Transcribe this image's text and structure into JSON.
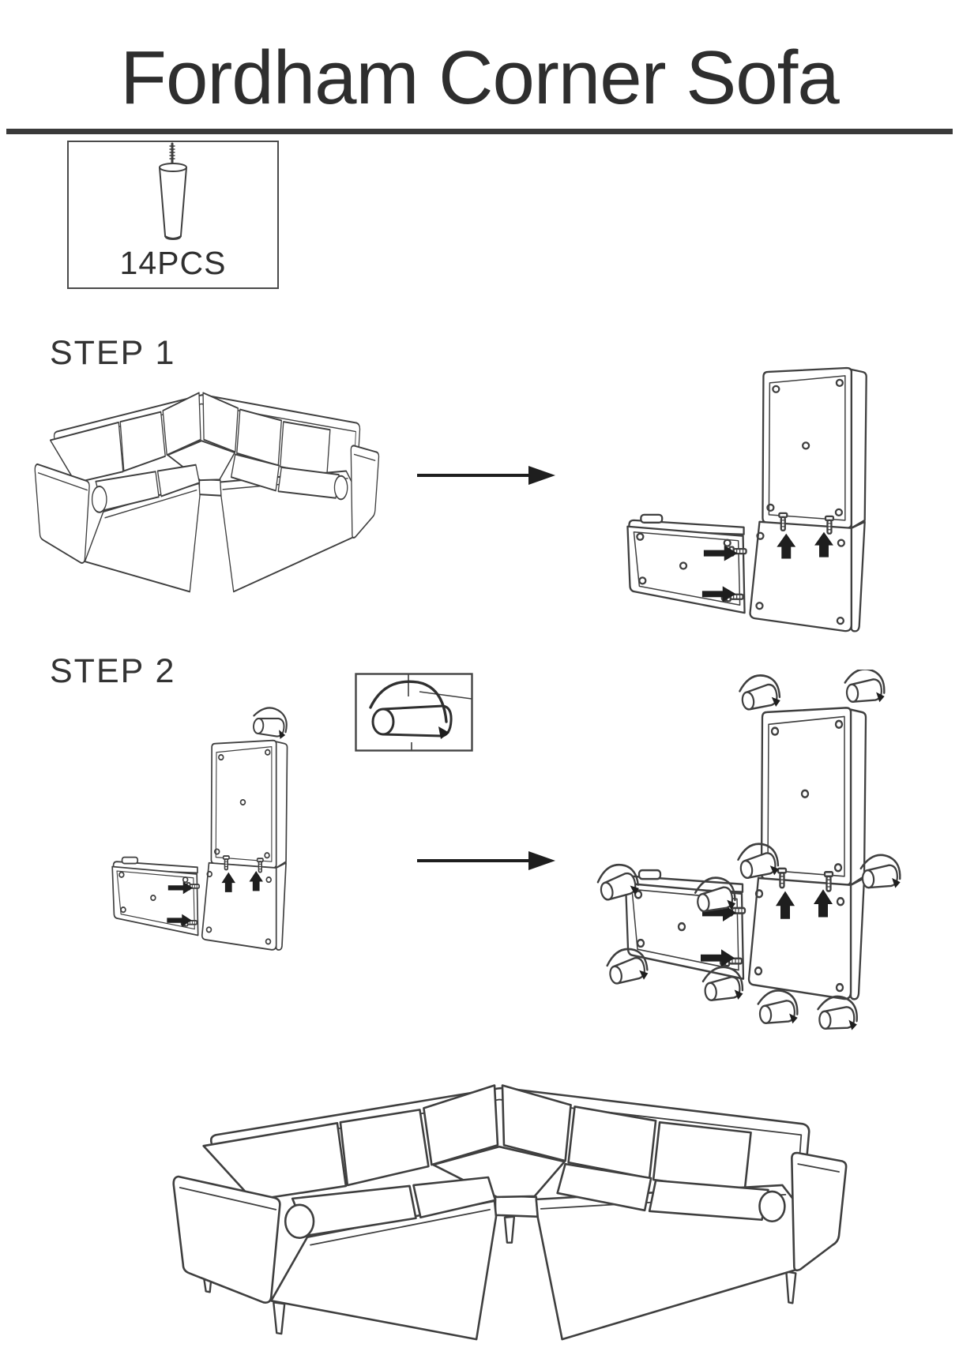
{
  "doc": {
    "title": "Fordham Corner Sofa",
    "parts": {
      "label": "14PCS",
      "icon": "sofa-leg-icon"
    },
    "steps": [
      {
        "label": "STEP 1"
      },
      {
        "label": "STEP 2"
      }
    ],
    "figures": {
      "step1_before": "assembled-corner-sofa-no-legs",
      "step1_arrow": "right-arrow",
      "step1_after": "flipped-sofa-sections-joined-with-bolts",
      "step2_rotate_hint": "screw-leg-rotation-detail",
      "step2_before": "flipped-sofa-with-bolts-and-first-leg",
      "step2_arrow": "right-arrow",
      "step2_after": "flipped-sofa-all-legs-attached",
      "final": "assembled-corner-sofa-with-legs"
    },
    "colors": {
      "line": "#3f3f3f",
      "text": "#303030",
      "arrow": "#1e1e1e",
      "background": "#ffffff"
    }
  }
}
